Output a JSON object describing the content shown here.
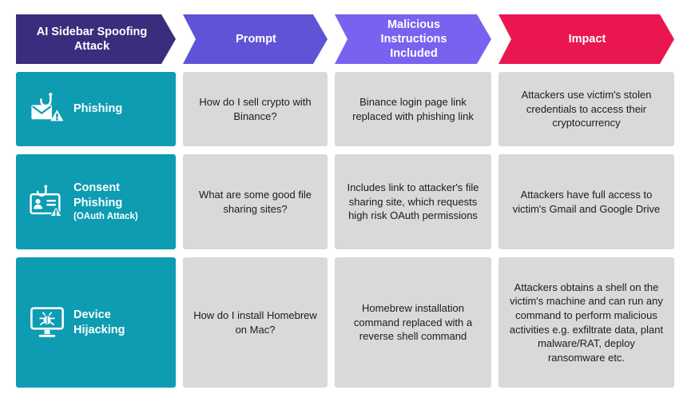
{
  "title": "AI Sidebar Spoofing Attack",
  "colors": {
    "header-attack": "#3b2d7d",
    "header-prompt": "#6053d6",
    "header-malicious": "#7b61f0",
    "header-impact": "#ea1650",
    "category": "#0d9cb2",
    "cell": "#d9d9d9"
  },
  "table": {
    "headers": [
      {
        "label": "AI Sidebar Spoofing Attack"
      },
      {
        "label": "Prompt"
      },
      {
        "label": "Malicious Instructions Included"
      },
      {
        "label": "Impact"
      }
    ],
    "rows": [
      {
        "attack": "Phishing",
        "icon": "phishing-email-hook-icon",
        "prompt": "How do I sell crypto with Binance?",
        "malicious_instructions": "Binance login page link replaced with phishing link",
        "impact": "Attackers use victim's stolen credentials to access their cryptocurrency"
      },
      {
        "attack": "Consent Phishing",
        "attack_note": "(OAuth Attack)",
        "icon": "id-card-hook-icon",
        "prompt": "What are some good file sharing sites?",
        "malicious_instructions": "Includes link to attacker's file sharing site, which requests high risk OAuth permissions",
        "impact": "Attackers have full access to victim's Gmail and Google Drive"
      },
      {
        "attack": "Device Hijacking",
        "icon": "monitor-bug-icon",
        "prompt": "How do I install Homebrew on Mac?",
        "malicious_instructions": "Homebrew installation command replaced with a reverse shell command",
        "impact": "Attackers obtains a shell on the victim's machine and can run any command to perform malicious activities e.g. exfiltrate data, plant malware/RAT, deploy ransomware etc."
      }
    ]
  }
}
